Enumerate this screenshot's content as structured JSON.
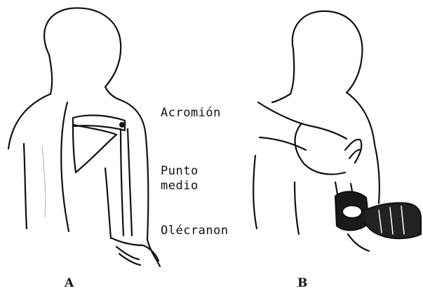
{
  "figure": {
    "labels": {
      "acromion": "Acromión",
      "midpoint_line1": "Punto",
      "midpoint_line2": "medio",
      "olecranon": "Olécranon"
    },
    "panels": {
      "left": "A",
      "right": "B"
    }
  },
  "colors": {
    "ink": "#111111",
    "background": "#ffffff"
  }
}
